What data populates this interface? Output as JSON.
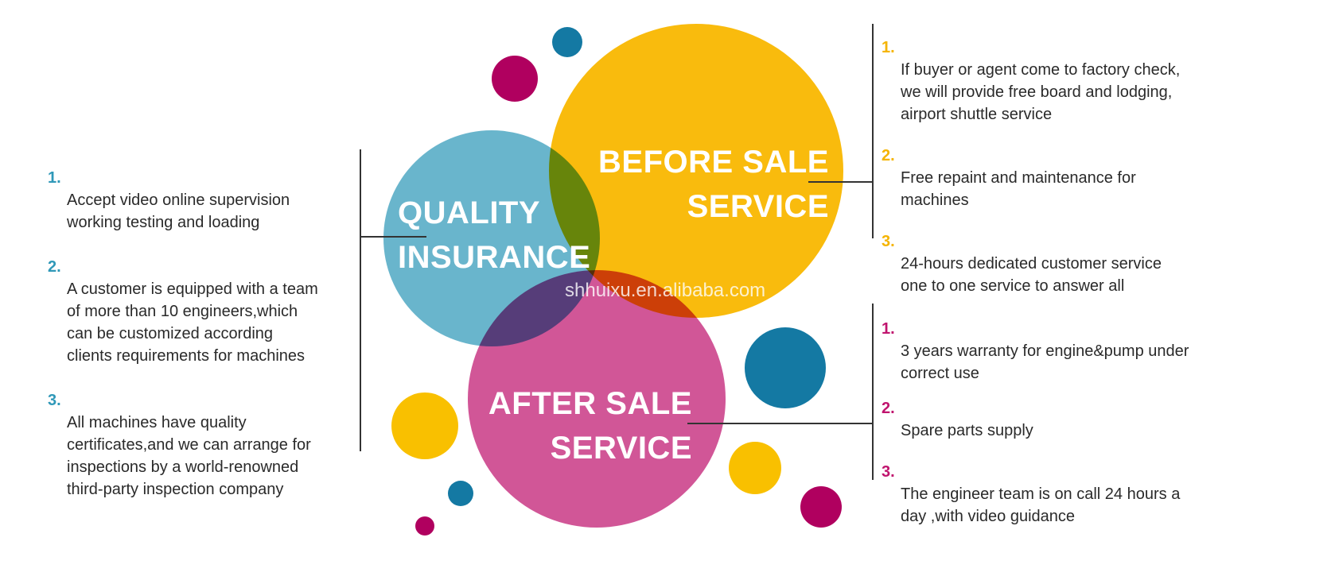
{
  "sections": {
    "quality": {
      "title": "QUALITY\nINSURANCE",
      "color": "#2f98b8",
      "items": [
        "Accept video online supervision\nworking testing and loading",
        "A customer is equipped with a team\nof more than 10 engineers,which\ncan be customized according\nclients requirements for machines",
        "All machines have quality\ncertificates,and we can arrange for\ninspections by a world-renowned\nthird-party inspection company"
      ]
    },
    "before_sale": {
      "title": "BEFORE SALE\nSERVICE",
      "color": "#f9b800",
      "items": [
        "If buyer or agent come to factory check,\nwe will provide free board and lodging,\nairport shuttle service",
        "Free repaint and maintenance for\nmachines",
        "24-hours dedicated customer service\none to one service to answer all"
      ]
    },
    "after_sale": {
      "title": "AFTER SALE\nSERVICE",
      "color": "#c0146e",
      "items": [
        "3 years warranty for engine&pump under\ncorrect use",
        "Spare parts supply",
        "The engineer team is on call 24 hours a\nday ,with video guidance"
      ]
    }
  },
  "numbers": [
    "1.",
    "2.",
    "3."
  ],
  "watermark": "shhuixu.en.alibaba.com",
  "colors": {
    "blue": "#2f98b8",
    "dark_blue": "#1479a3",
    "yellow": "#f9b800",
    "magenta": "#c0146e",
    "deep_magenta": "#b0005f"
  }
}
